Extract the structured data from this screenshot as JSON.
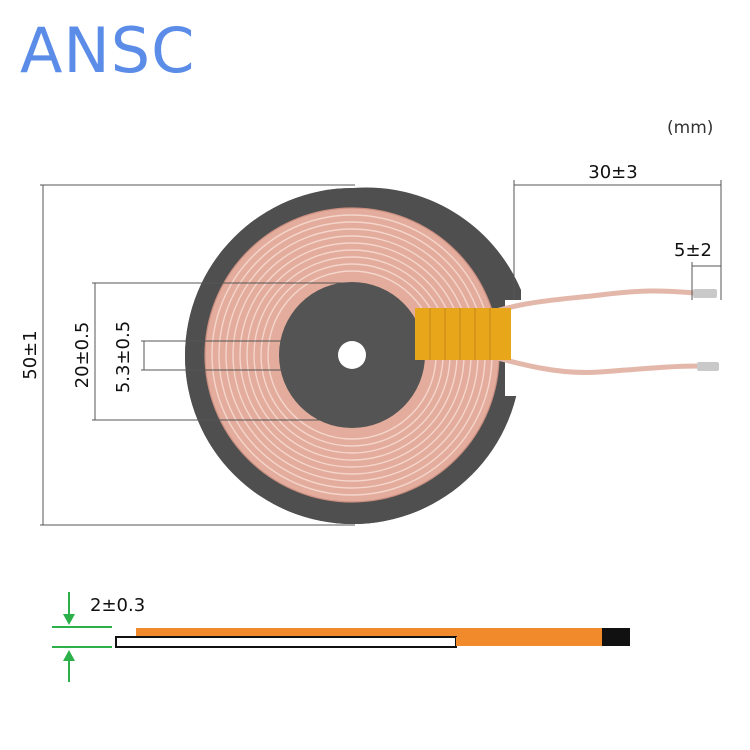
{
  "brand": "ANSC",
  "unit": "(mm)",
  "dimensions": {
    "outer_diameter": "50±1",
    "inner_diameter": "20±0.5",
    "hole_diameter": "5.3±0.5",
    "lead_length": "30±3",
    "lead_strip": "5±2",
    "thickness": "2±0.3"
  },
  "colors": {
    "brand": "#5b8de8",
    "backing_plate": "#505050",
    "copper_wire": "#e3a999",
    "tape": "#e8a61a",
    "side_copper": "#f08a2a",
    "arrow_green": "#2bb04a"
  }
}
